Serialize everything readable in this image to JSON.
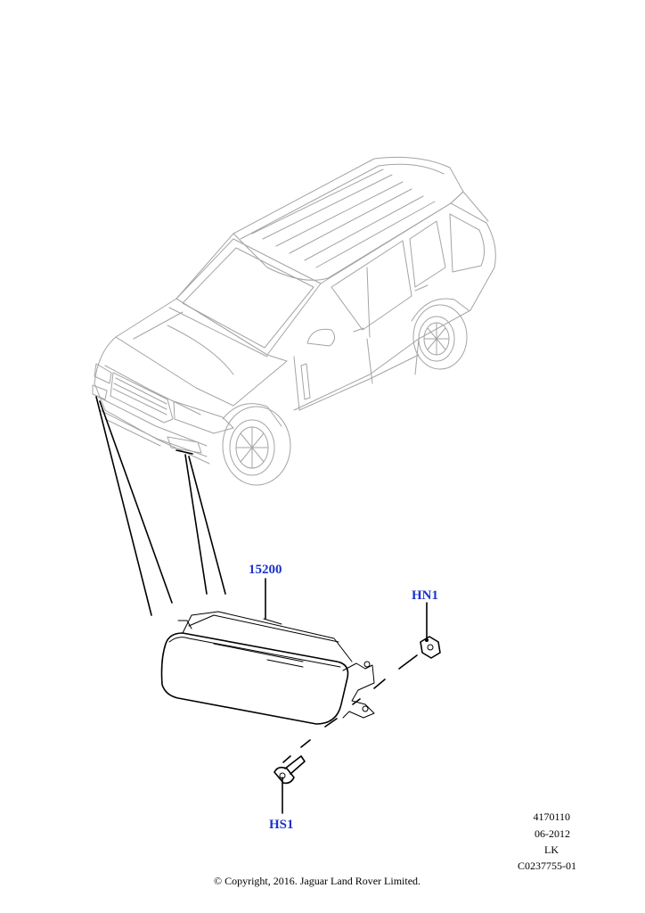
{
  "accent_color": "#1a33cc",
  "callouts": [
    {
      "id": "15200",
      "label": "15200"
    },
    {
      "id": "HN1",
      "label": "HN1"
    },
    {
      "id": "HS1",
      "label": "HS1"
    }
  ],
  "meta": {
    "line1": "4170110",
    "line2": "06-2012",
    "line3": "LK",
    "line4": "C0237755-01"
  },
  "copyright": "© Copyright, 2016. Jaguar Land Rover Limited.",
  "icons": [
    "vehicle-illustration",
    "fog-lamp-icon",
    "nut-icon",
    "screw-icon"
  ]
}
